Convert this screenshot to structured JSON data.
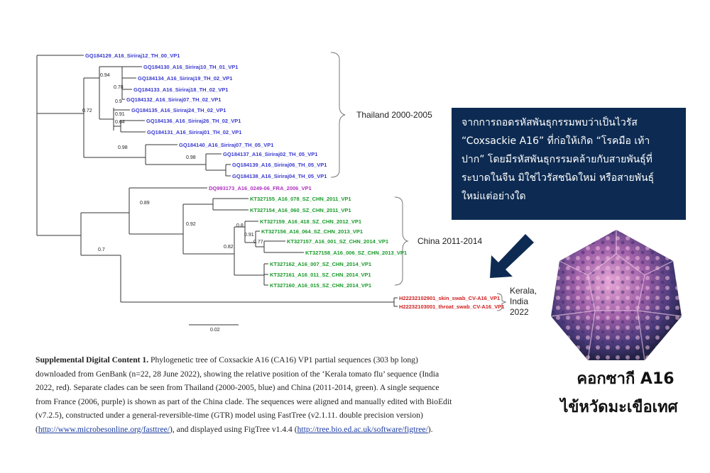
{
  "tree": {
    "thailand": [
      "GQ184129_A16_Siriraj12_TH_00_VP1",
      "GQ184130_A16_Siriraj10_TH_01_VP1",
      "GQ184134_A16_Siriraj19_TH_02_VP1",
      "GQ184133_A16_Siriraj18_TH_02_VP1",
      "GQ184132_A16_Siriraj07_TH_02_VP1",
      "GQ184135_A16_Siriraj24_TH_02_VP1",
      "GQ184136_A16_Siriraj26_TH_02_VP1",
      "GQ184131_A16_Siriraj01_TH_02_VP1",
      "GQ184140_A16_Siriraj07_TH_05_VP1",
      "GQ184137_A16_Siriraj02_TH_05_VP1",
      "GQ184139_A16_Siriraj06_TH_05_VP1",
      "GQ184138_A16_Siriraj04_TH_05_VP1"
    ],
    "france": [
      "DQ993173_A16_0249-06_FRA_2006_VP1"
    ],
    "china": [
      "KT327155_A16_078_SZ_CHN_2011_VP1",
      "KT327154_A16_060_SZ_CHN_2011_VP1",
      "KT327159_A16_418_SZ_CHN_2012_VP1",
      "KT327156_A16_064_SZ_CHN_2013_VP1",
      "KT327157_A16_001_SZ_CHN_2014_VP1",
      "KT327158_A16_006_SZ_CHN_2013_VP1",
      "KT327162_A16_007_SZ_CHN_2014_VP1",
      "KT327161_A16_011_SZ_CHN_2014_VP1",
      "KT327160_A16_015_SZ_CHN_2014_VP1"
    ],
    "kerala": [
      "H22232102901_skin_swab_CV-A16_VP1",
      "H22232103001_throat_swab_CV-A16_VP1"
    ],
    "supports": [
      "0.94",
      "0.78",
      "0.9",
      "0.91",
      "0.64",
      "0.72",
      "0.98",
      "0.98",
      "0.89",
      "0.92",
      "0.8",
      "0.91",
      "0.77",
      "0.82",
      "0.7"
    ],
    "scale_label": "0.02",
    "colors": {
      "thailand": "#3a3ad0",
      "france": "#b030c0",
      "china": "#1a9a2a",
      "kerala": "#d02020"
    }
  },
  "clades": {
    "thailand": "Thailand 2000-2005",
    "china": "China 2011-2014",
    "kerala_1": "Kerala,",
    "kerala_2": "India",
    "kerala_3": "2022"
  },
  "caption": {
    "title": "Supplemental Digital Content 1.",
    "body": " Phylogenetic tree of Coxsackie A16 (CA16) VP1 partial sequences (303 bp long) downloaded from GenBank (n=22, 28 June 2022), showing the relative position of the ‘Kerala tomato flu’ sequence (India 2022, red). Separate clades can be seen from Thailand (2000-2005, blue) and China (2011-2014, green). A single sequence from France (2006, purple) is shown as part of the China clade. The sequences were aligned and manually edited with BioEdit (v7.2.5), constructed under a general-reversible-time (GTR) model using FastTree (v2.1.11. double precision version) (",
    "link1": "http://www.microbesonline.org/fasttree/",
    "mid": "), and displayed using FigTree v1.4.4 (",
    "link2": "http://tree.bio.ed.ac.uk/software/figtree/",
    "end": ")."
  },
  "callout": {
    "line1": "จากการถอดรหัสพันธุกรรมพบว่าเป็นไวรัส",
    "line2": "“Coxsackie A16”   ที่ก่อให้เกิด “โรคมือ เท้า",
    "line3": "ปาก” โดยมีรหัสพันธุกรรมคล้ายกับสายพันธุ์ที่",
    "line4": "ระบาดในจีน มิใช่ไวรัสชนิดใหม่ หรือสายพันธุ์",
    "line5": "ใหม่แต่อย่างใด"
  },
  "virus_label": {
    "line1": "คอกซากี A16",
    "line2": "ไข้หวัดมะเขือเทศ"
  },
  "arrow_color": "#0d2b52"
}
